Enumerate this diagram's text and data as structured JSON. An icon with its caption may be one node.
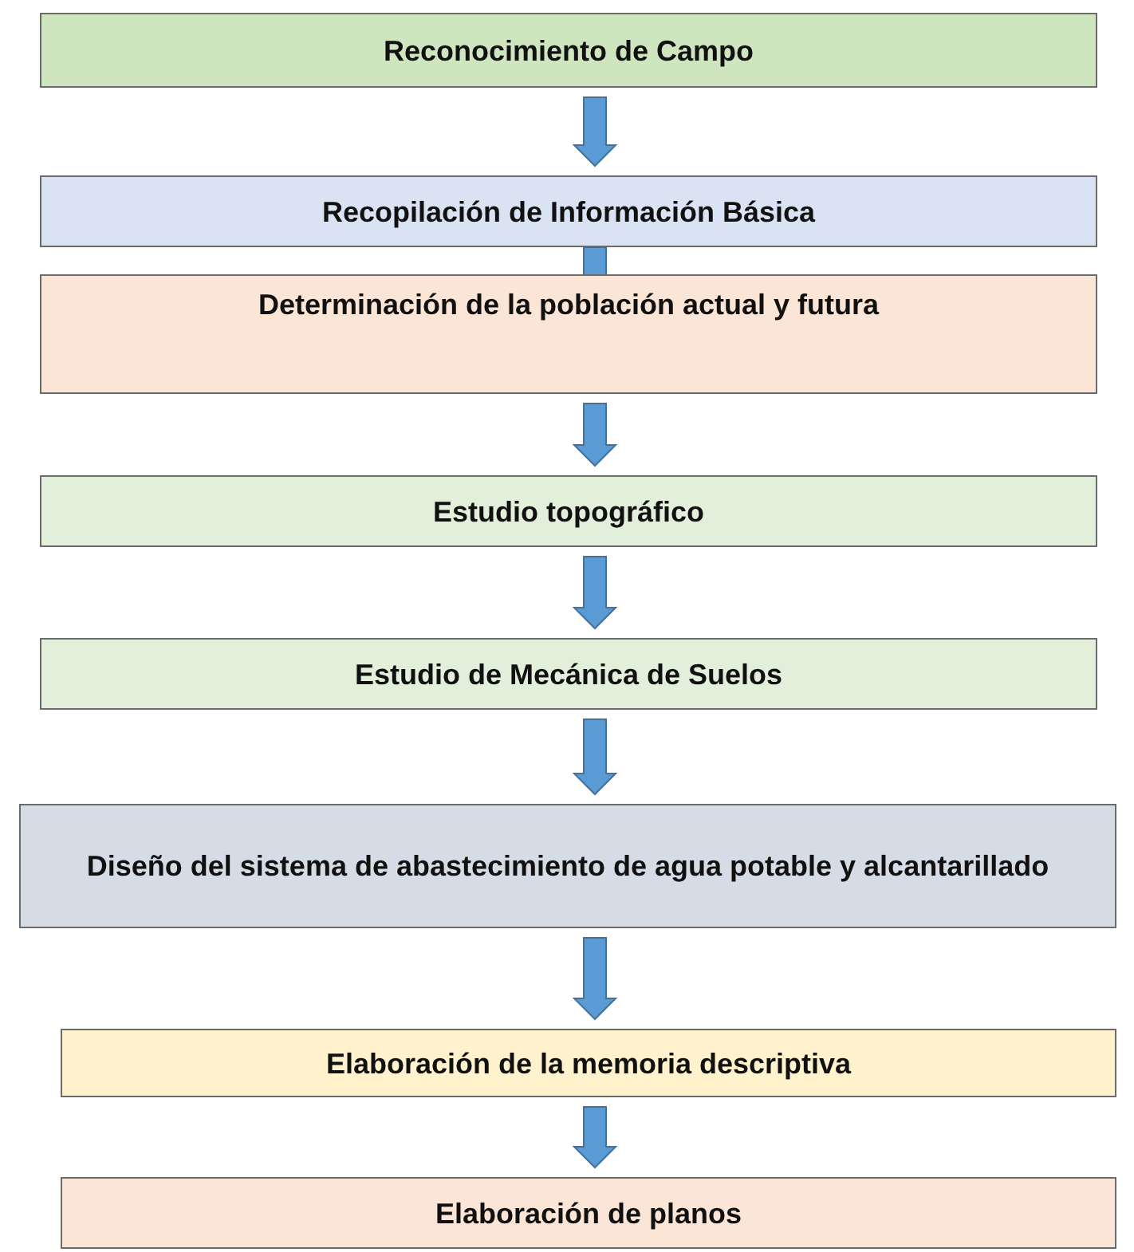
{
  "diagram": {
    "nodes": [
      {
        "text": [
          "Reconocimiento de Campo"
        ]
      },
      {
        "text": [
          "Recopilación de Información Básica"
        ]
      },
      {
        "text": [
          "Determinación de la población actual y futura"
        ]
      },
      {
        "text": [
          "Estudio topográfico"
        ]
      },
      {
        "text": [
          "Estudio de Mecánica de Suelos"
        ]
      },
      {
        "text": [
          "Diseño del sistema de abastecimiento de agua potable y alcantarillado"
        ]
      },
      {
        "text": [
          "Elaboración de la memoria descriptiva"
        ]
      },
      {
        "text": [
          "Elaboración de planos"
        ]
      }
    ],
    "edges": [
      {
        "from": 0,
        "to": 1,
        "arrow": "to"
      },
      {
        "from": 1,
        "to": 2,
        "arrow": "to"
      },
      {
        "from": 2,
        "to": 3,
        "arrow": "to"
      },
      {
        "from": 3,
        "to": 4,
        "arrow": "to"
      },
      {
        "from": 4,
        "to": 5,
        "arrow": "to"
      },
      {
        "from": 5,
        "to": 6,
        "arrow": "to"
      },
      {
        "from": 6,
        "to": 7,
        "arrow": "to"
      }
    ]
  }
}
